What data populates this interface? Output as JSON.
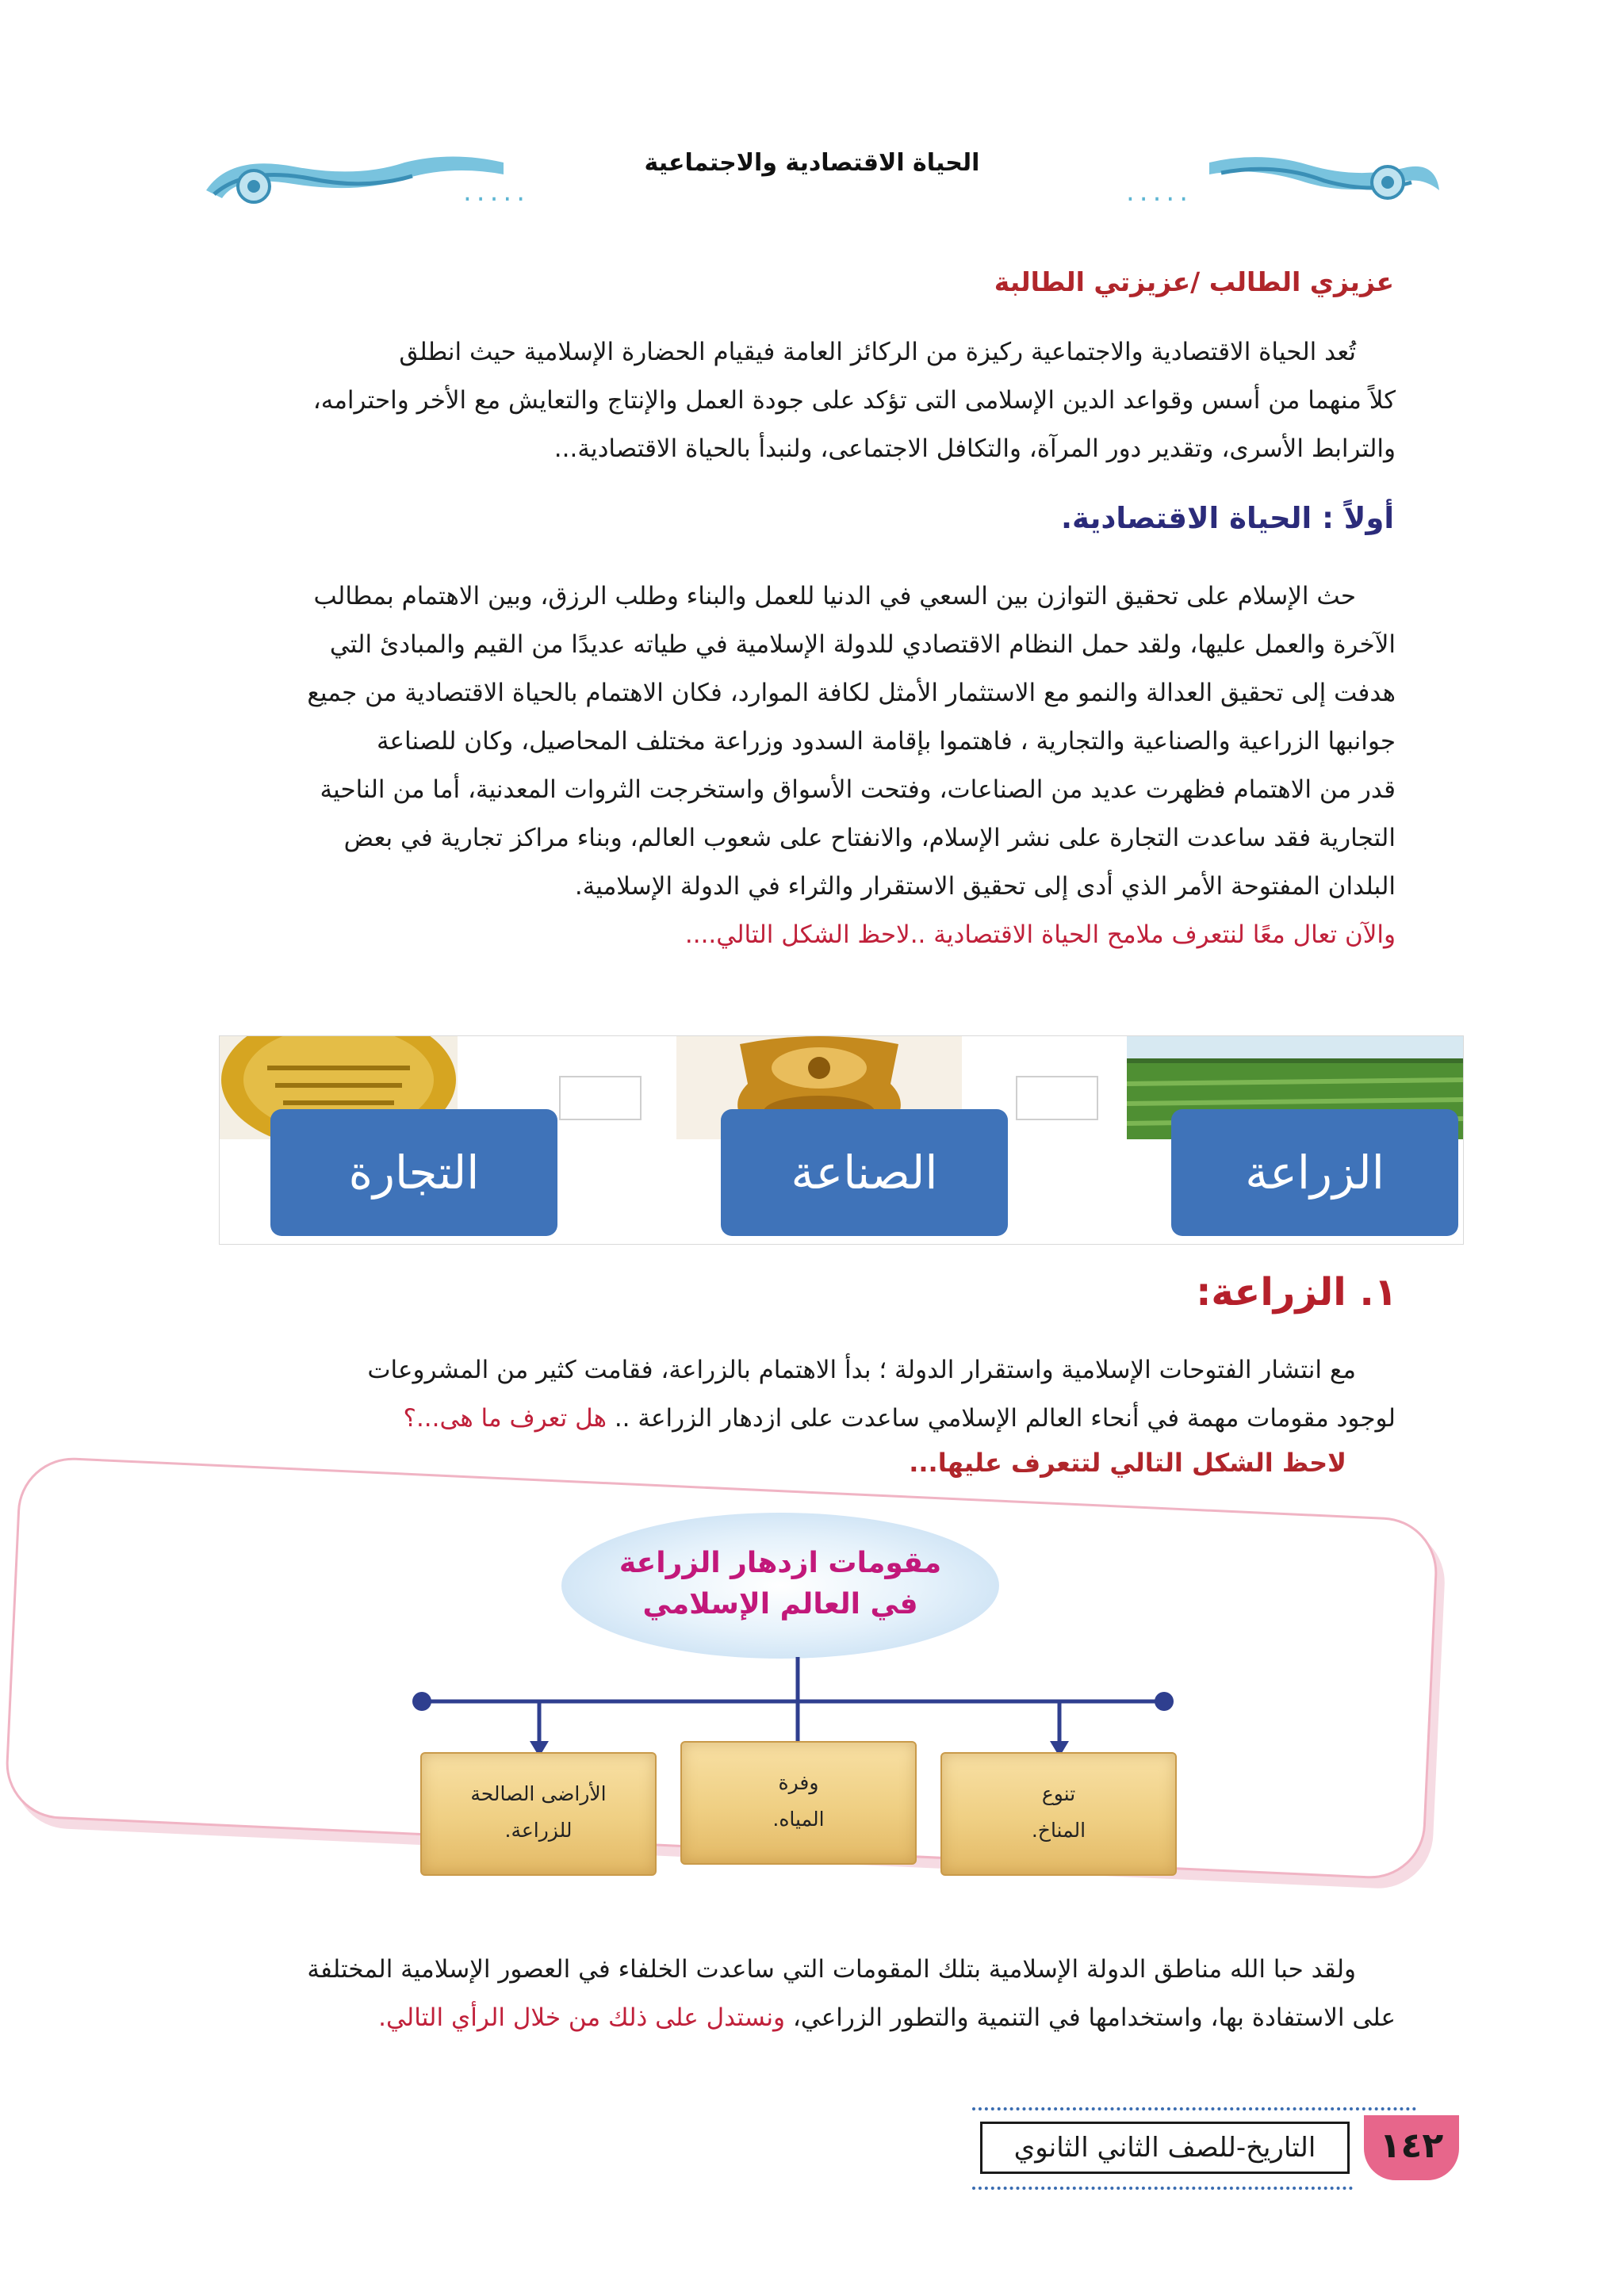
{
  "header": {
    "title": "الحياة الاقتصادية والاجتماعية",
    "dots": "....."
  },
  "greeting": "عزيزي الطالب /عزيزتي الطالبة",
  "intro": [
    "تُعد الحياة الاقتصادية والاجتماعية ركيزة من الركائز العامة فيقيام الحضارة الإسلامية حيث انطلق",
    "كلاً منهما من أسس وقواعد الدين الإسلامى التى تؤكد على جودة العمل والإنتاج والتعايش مع الأخر واحترامه،",
    "والترابط الأسرى، وتقدير دور المرآة، والتكافل الاجتماعى، ولنبدأ بالحياة الاقتصادية..."
  ],
  "section1_title": "أولاً : الحياة الاقتصادية.",
  "section1_body": [
    "حث الإسلام على تحقيق التوازن بين السعي في الدنيا للعمل والبناء وطلب الرزق، وبين الاهتمام بمطالب",
    "الآخرة والعمل عليها، ولقد حمل النظام الاقتصادي للدولة الإسلامية في طياته عديدًا من القيم والمبادئ التي",
    "هدفت إلى تحقيق العدالة والنمو مع الاستثمار الأمثل لكافة الموارد، فكان الاهتمام بالحياة الاقتصادية من جميع",
    "جوانبها الزراعية والصناعية والتجارية ، فاهتموا بإقامة السدود وزراعة مختلف المحاصيل، وكان للصناعة",
    "قدر من الاهتمام فظهرت عديد من الصناعات، وفتحت الأسواق واستخرجت الثروات المعدنية، أما من الناحية",
    "التجارية فقد ساعدت التجارة على نشر الإسلام، والانفتاح على شعوب العالم، وبناء مراكز تجارية في بعض",
    "البلدان المفتوحة الأمر الذي أدى إلى تحقيق الاستقرار والثراء في الدولة الإسلامية."
  ],
  "section1_prompt": "والآن تعال معًا لنتعرف ملامح الحياة الاقتصادية ..لاحظ الشكل التالي....",
  "strip": {
    "agriculture": "الزراعة",
    "industry": "الصناعة",
    "trade": "التجارة"
  },
  "sub1_title": "١. الزراعة:",
  "sub1_body": [
    "مع انتشار الفتوحات الإسلامية واستقرار الدولة ؛ بدأ الاهتمام بالزراعة، فقامت كثير من المشروعات",
    "لوجود مقومات مهمة في أنحاء العالم الإسلامي ساعدت على ازدهار الزراعة ..",
    "هل تعرف ما هى...؟"
  ],
  "sub1_prompt": "لاحظ الشكل التالي لتتعرف عليها...",
  "diagram": {
    "title_line1": "مقومات ازدهار الزراعة",
    "title_line2": "في العالم الإسلامي",
    "items": [
      {
        "line1": "تنوع",
        "line2": "المناخ."
      },
      {
        "line1": "وفرة",
        "line2": "المياه."
      },
      {
        "line1": "الأراضى الصالحة",
        "line2": "للزراعة."
      }
    ]
  },
  "closing": {
    "line1": "ولقد حبا الله مناطق الدولة الإسلامية بتلك المقومات التي ساعدت الخلفاء في العصور الإسلامية المختلفة",
    "line2_plain": "على الاستفادة بها، واستخدامها في التنمية والتطور الزراعي،",
    "line2_red": "ونستدل على ذلك من خلال الرأي التالي."
  },
  "footer": {
    "book": "التاريخ-للصف الثاني الثانوي",
    "page": "١٤٢"
  },
  "colors": {
    "heading_red": "#b0262b",
    "heading_blue": "#2b2b7a",
    "label_blue": "#3f73b9",
    "page_pink": "#e7668b"
  }
}
